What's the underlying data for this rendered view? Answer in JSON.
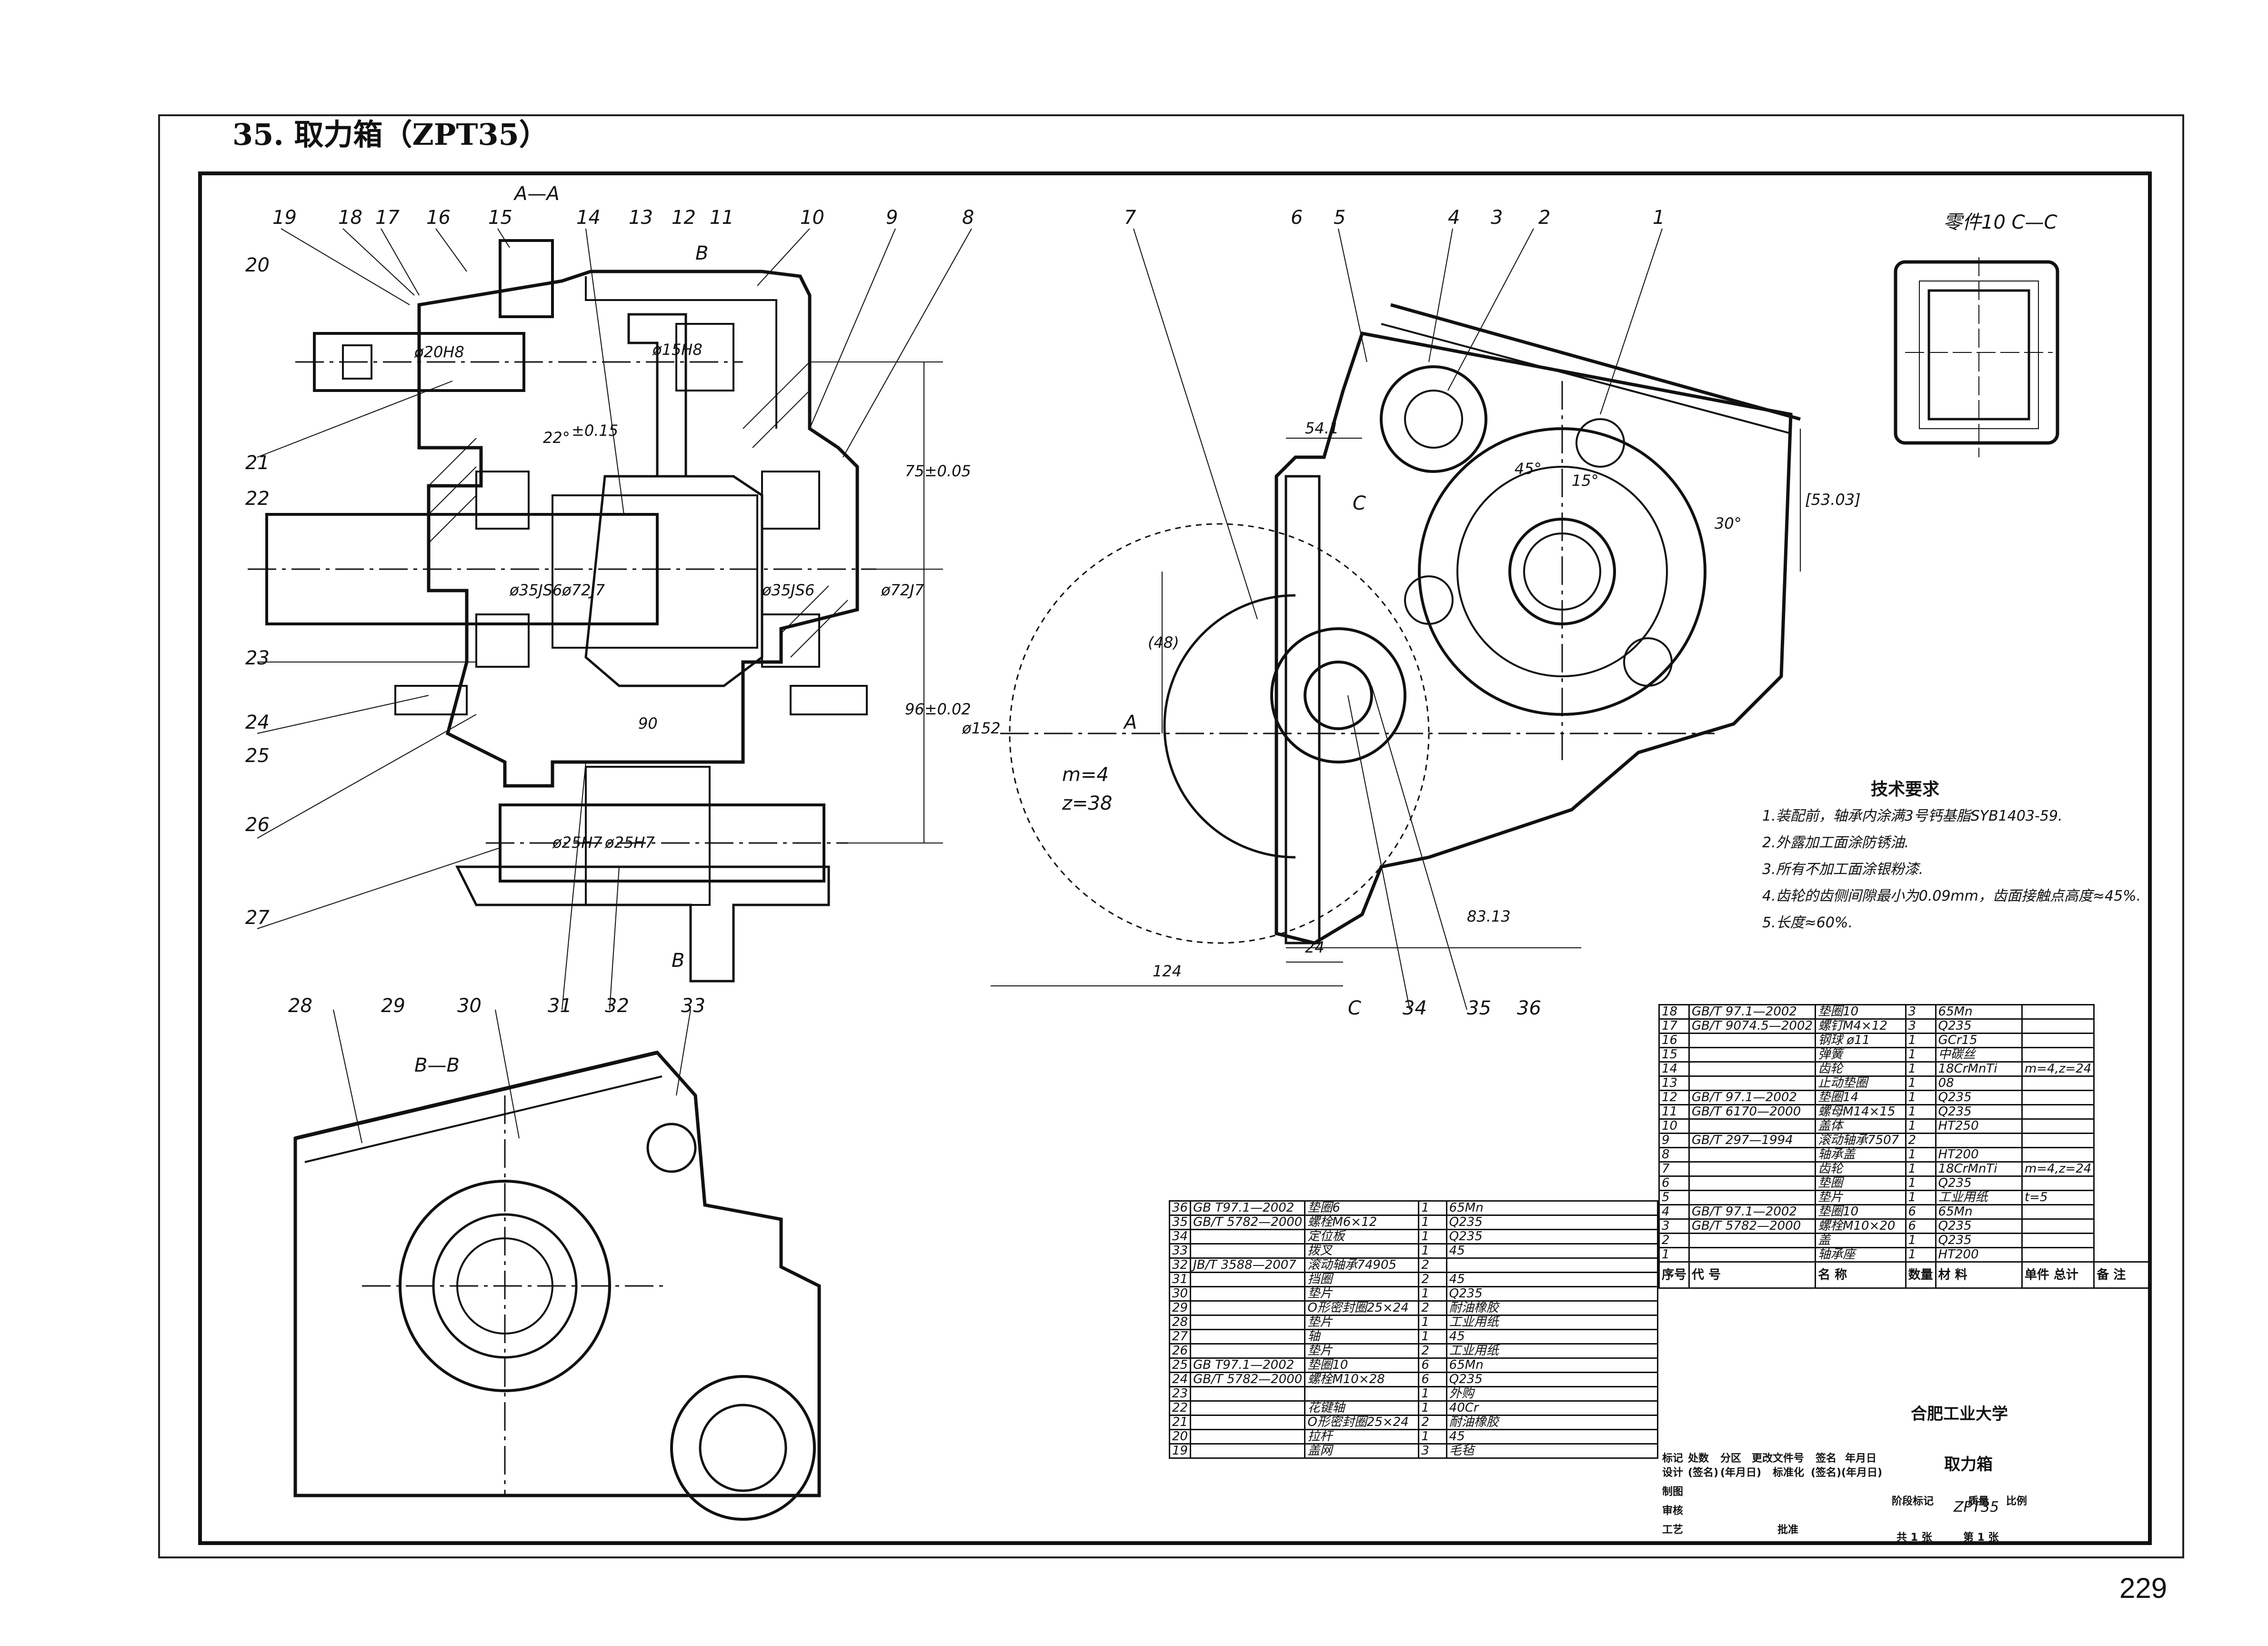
{
  "page_title": "35. 取力箱（ZPT35）",
  "page_number": "229",
  "views": {
    "section_aa": "A—A",
    "section_bb": "B—B",
    "part10_cc": "零件10  C—C"
  },
  "callouts": [
    "1",
    "2",
    "3",
    "4",
    "5",
    "6",
    "7",
    "8",
    "9",
    "10",
    "11",
    "12",
    "13",
    "14",
    "15",
    "16",
    "17",
    "18",
    "19",
    "20",
    "21",
    "22",
    "23",
    "24",
    "25",
    "26",
    "27",
    "28",
    "29",
    "30",
    "31",
    "32",
    "33",
    "34",
    "35",
    "36"
  ],
  "markers": {
    "A": "A",
    "B": "B",
    "C": "C"
  },
  "dimensions": {
    "d20h8": "ø20H8",
    "d15h8": "ø15H8",
    "angle22": "22°",
    "angle22_tol": "±0.15",
    "d35js6_left": "ø35JS6",
    "d72j7_left": "ø72J7",
    "d35js6_right": "ø35JS6",
    "d72j7_right": "ø72J7",
    "dim75": "75±0.05",
    "dim96": "96±0.02",
    "dim90": "90",
    "d25h7_left": "ø25H7",
    "d25h7_right": "ø25H7",
    "dim54": "54.1",
    "dim53": "[53.03]",
    "dim45deg": "45°",
    "dim15deg": "15°",
    "dim30deg": "30°",
    "dim48": "(48)",
    "dim152": "ø152",
    "dim124": "124",
    "dim24": "24",
    "dim83": "83.13",
    "gear_m": "m=4",
    "gear_z": "z=38"
  },
  "tech_requirements": {
    "title": "技术要求",
    "lines": [
      "1.装配前，轴承内涂满3号钙基脂SYB1403-59.",
      "2.外露加工面涂防锈油.",
      "3.所有不加工面涂银粉漆.",
      "4.齿轮的齿侧间隙最小为0.09mm，齿面接触点高度≈45%.",
      "5.长度≈60%."
    ]
  },
  "bom_right": [
    [
      "18",
      "GB/T 97.1—2002",
      "垫圈10",
      "3",
      "65Mn",
      ""
    ],
    [
      "17",
      "GB/T 9074.5—2002",
      "螺钉M4×12",
      "3",
      "Q235",
      ""
    ],
    [
      "16",
      "",
      "钢球 ø11",
      "1",
      "GCr15",
      ""
    ],
    [
      "15",
      "",
      "弹簧",
      "1",
      "中碳丝",
      ""
    ],
    [
      "14",
      "",
      "齿轮",
      "1",
      "18CrMnTi",
      "m=4,z=24"
    ],
    [
      "13",
      "",
      "止动垫圈",
      "1",
      "08",
      ""
    ],
    [
      "12",
      "GB/T 97.1—2002",
      "垫圈14",
      "1",
      "Q235",
      ""
    ],
    [
      "11",
      "GB/T 6170—2000",
      "螺母M14×15",
      "1",
      "Q235",
      ""
    ],
    [
      "10",
      "",
      "盖体",
      "1",
      "HT250",
      ""
    ],
    [
      "9",
      "GB/T 297—1994",
      "滚动轴承7507",
      "2",
      "",
      ""
    ],
    [
      "8",
      "",
      "轴承盖",
      "1",
      "HT200",
      ""
    ],
    [
      "7",
      "",
      "齿轮",
      "1",
      "18CrMnTi",
      "m=4,z=24"
    ],
    [
      "6",
      "",
      "垫圈",
      "1",
      "Q235",
      ""
    ],
    [
      "5",
      "",
      "垫片",
      "1",
      "工业用纸",
      "t=5"
    ],
    [
      "4",
      "GB/T 97.1—2002",
      "垫圈10",
      "6",
      "65Mn",
      ""
    ],
    [
      "3",
      "GB/T 5782—2000",
      "螺栓M10×20",
      "6",
      "Q235",
      ""
    ],
    [
      "2",
      "",
      "盖",
      "1",
      "Q235",
      ""
    ],
    [
      "1",
      "",
      "轴承座",
      "1",
      "HT200",
      ""
    ]
  ],
  "bom_header": [
    "序号",
    "代 号",
    "名 称",
    "数量",
    "材 料",
    "单件 总计",
    "备 注"
  ],
  "bom_left": [
    [
      "36",
      "GB T97.1—2002",
      "垫圈6",
      "1",
      "65Mn"
    ],
    [
      "35",
      "GB/T 5782—2000",
      "螺栓M6×12",
      "1",
      "Q235"
    ],
    [
      "34",
      "",
      "定位板",
      "1",
      "Q235"
    ],
    [
      "33",
      "",
      "拨叉",
      "1",
      "45"
    ],
    [
      "32",
      "JB/T 3588—2007",
      "滚动轴承74905",
      "2",
      ""
    ],
    [
      "31",
      "",
      "挡圈",
      "2",
      "45"
    ],
    [
      "30",
      "",
      "垫片",
      "1",
      "Q235"
    ],
    [
      "29",
      "",
      "O形密封圈25×24",
      "2",
      "耐油橡胶"
    ],
    [
      "28",
      "",
      "垫片",
      "1",
      "工业用纸"
    ],
    [
      "27",
      "",
      "轴",
      "1",
      "45"
    ],
    [
      "26",
      "",
      "垫片",
      "2",
      "工业用纸"
    ],
    [
      "25",
      "GB T97.1—2002",
      "垫圈10",
      "6",
      "65Mn"
    ],
    [
      "24",
      "GB/T 5782—2000",
      "螺栓M10×28",
      "6",
      "Q235"
    ],
    [
      "23",
      "",
      "",
      "1",
      "外购"
    ],
    [
      "22",
      "",
      "花键轴",
      "1",
      "40Cr"
    ],
    [
      "21",
      "",
      "O形密封圈25×24",
      "2",
      "耐油橡胶"
    ],
    [
      "20",
      "",
      "拉杆",
      "1",
      "45"
    ],
    [
      "19",
      "",
      "盖网",
      "3",
      "毛毡"
    ]
  ],
  "title_block": {
    "school": "合肥工业大学",
    "name": "取力箱",
    "code": "ZPT35",
    "row_labels": [
      "标记",
      "设计",
      "制图",
      "审核",
      "工艺"
    ],
    "col_labels": [
      "处数",
      "分区",
      "更改文件号",
      "签名",
      "年月日"
    ],
    "date_marks": [
      "(签名)",
      "(年月日)",
      "标准化",
      "(签名)",
      "(年月日)"
    ],
    "approve": "批准",
    "stage": "阶段标记",
    "mass": "质量",
    "scale": "比例",
    "sheet_total": "共 1 张",
    "sheet_no": "第 1 张"
  }
}
